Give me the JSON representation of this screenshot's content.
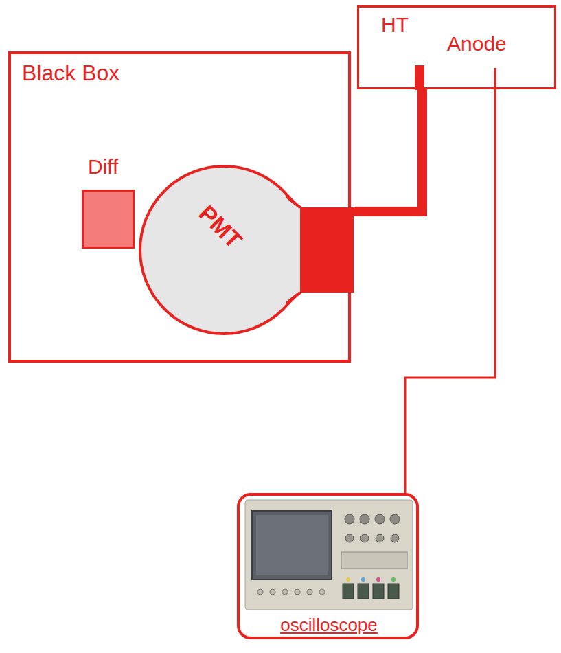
{
  "diagram": {
    "nodes": [
      {
        "text": [
          "Black Box"
        ]
      },
      {
        "text": [
          "Diff"
        ],
        "in": 0
      },
      {
        "text": [
          "PMT"
        ],
        "in": 0
      },
      {
        "text": [
          "HT",
          "Anode"
        ]
      },
      {
        "text": [
          "oscilloscope"
        ]
      }
    ],
    "edges": [
      {
        "from": 2,
        "to": 3,
        "arrow": "none"
      },
      {
        "from": 3,
        "to": 4,
        "arrow": "none"
      }
    ]
  }
}
